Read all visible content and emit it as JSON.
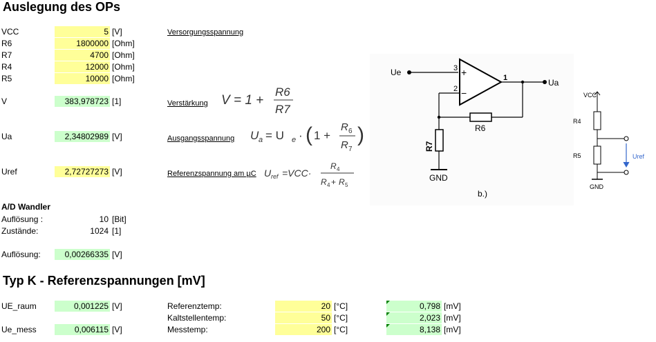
{
  "title": "Auslegung des OPs",
  "params": [
    {
      "name": "VCC",
      "value": "5",
      "unit": "[V]"
    },
    {
      "name": "R6",
      "value": "1800000",
      "unit": "[Ohm]"
    },
    {
      "name": "R7",
      "value": "4700",
      "unit": "[Ohm]"
    },
    {
      "name": "R4",
      "value": "12000",
      "unit": "[Ohm]"
    },
    {
      "name": "R5",
      "value": "10000",
      "unit": "[Ohm]"
    }
  ],
  "vcc_label": "Versorgungsspannung",
  "gain": {
    "name": "V",
    "value": "383,978723",
    "unit": "[1]",
    "label": "Verstärkung",
    "formula": "V = 1 + R6 / R7"
  },
  "ua": {
    "name": "Ua",
    "value": "2,34802989",
    "unit": "[V]",
    "label": "Ausgangsspannung",
    "formula": "Ua = Ue · (1 + R6 / R7)"
  },
  "uref": {
    "name": "Uref",
    "value": "2,72727273",
    "unit": "[V]",
    "label": "Referenzspannung am µC",
    "formula": "Uref = VCC · R4 / (R4 + R5)"
  },
  "adc": {
    "title": "A/D Wandler",
    "res_label": "Auflösung :",
    "res_value": "10",
    "res_unit": "[Bit]",
    "states_label": "Zustände:",
    "states_value": "1024",
    "states_unit": "[1]",
    "lsb_label": "Auflösung:",
    "lsb_value": "0,00266335",
    "lsb_unit": "[V]"
  },
  "section2_title": "Typ K - Referenzspannungen [mV]",
  "ue_raum": {
    "name": "UE_raum",
    "value": "0,001225",
    "unit": "[V]"
  },
  "ue_mess": {
    "name": "Ue_mess",
    "value": "0,006115",
    "unit": "[V]"
  },
  "temps": [
    {
      "label": "Referenztemp:",
      "temp": "20",
      "temp_unit": "[°C]",
      "mv": "0,798",
      "mv_unit": "[mV]"
    },
    {
      "label": "Kaltstellentemp:",
      "temp": "50",
      "temp_unit": "[°C]",
      "mv": "2,023",
      "mv_unit": "[mV]"
    },
    {
      "label": "Messtemp:",
      "temp": "200",
      "temp_unit": "[°C]",
      "mv": "8,138",
      "mv_unit": "[mV]"
    }
  ],
  "circuit": {
    "ue": "Ue",
    "ua": "Ua",
    "pin3": "3",
    "pin2": "2",
    "pin1": "1",
    "plus": "+",
    "minus": "−",
    "r6": "R6",
    "r7": "R7",
    "gnd": "GND",
    "caption": "b.)"
  },
  "divider": {
    "vcc": "VCC",
    "r4": "R4",
    "r5": "R5",
    "gnd": "GND",
    "uref": "Uref"
  },
  "colors": {
    "input": "#ffff99",
    "result": "#ccffcc",
    "arrow": "#3366cc"
  }
}
